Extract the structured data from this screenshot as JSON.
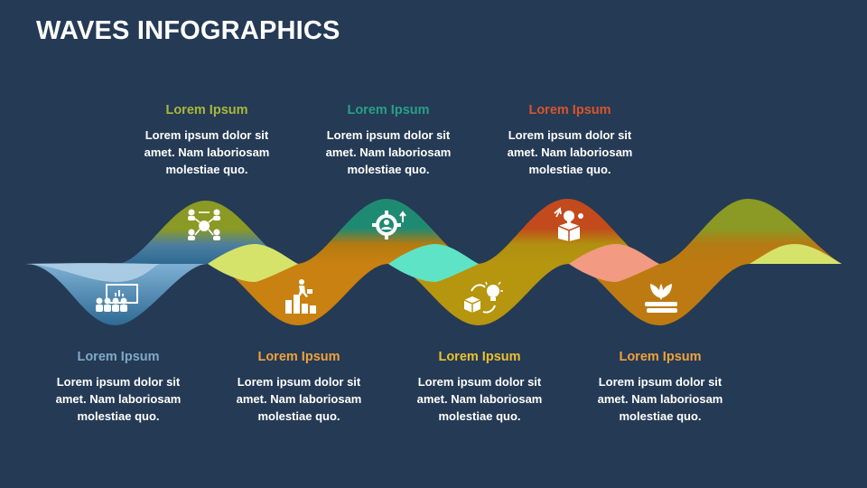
{
  "title": "WAVES INFOGRAPHICS",
  "colors": {
    "background": "#253a55",
    "blue": "#7fa9c8",
    "olive": "#8a9a24",
    "orange": "#c98111",
    "teal": "#1f8a72",
    "mustard": "#b6950f",
    "rust": "#c24a1c",
    "brown": "#bd7a12"
  },
  "top_items": [
    {
      "heading": "Lorem Ipsum",
      "color": "#a9b83a",
      "body": [
        "Lorem ipsum dolor sit",
        "amet. Nam laboriosam",
        "molestiae quo."
      ],
      "icon": "team-network-icon"
    },
    {
      "heading": "Lorem Ipsum",
      "color": "#27a085",
      "body": [
        "Lorem ipsum dolor sit",
        "amet. Nam laboriosam",
        "molestiae quo."
      ],
      "icon": "gear-person-icon"
    },
    {
      "heading": "Lorem Ipsum",
      "color": "#d9542a",
      "body": [
        "Lorem ipsum dolor sit",
        "amet. Nam laboriosam",
        "molestiae quo."
      ],
      "icon": "idea-box-icon"
    }
  ],
  "bottom_items": [
    {
      "heading": "Lorem Ipsum",
      "color": "#7fa9c8",
      "body": [
        "Lorem ipsum dolor sit",
        "amet. Nam laboriosam",
        "molestiae quo."
      ],
      "icon": "presentation-audience-icon"
    },
    {
      "heading": "Lorem Ipsum",
      "color": "#f0a23a",
      "body": [
        "Lorem ipsum dolor sit",
        "amet. Nam laboriosam",
        "molestiae quo."
      ],
      "icon": "growth-steps-icon"
    },
    {
      "heading": "Lorem Ipsum",
      "color": "#ecc12a",
      "body": [
        "Lorem ipsum dolor sit",
        "amet. Nam laboriosam",
        "molestiae quo."
      ],
      "icon": "bulb-cycle-icon"
    },
    {
      "heading": "Lorem Ipsum",
      "color": "#f0a23a",
      "body": [
        "Lorem ipsum dolor sit",
        "amet. Nam laboriosam",
        "molestiae quo."
      ],
      "icon": "book-plant-icon"
    }
  ]
}
